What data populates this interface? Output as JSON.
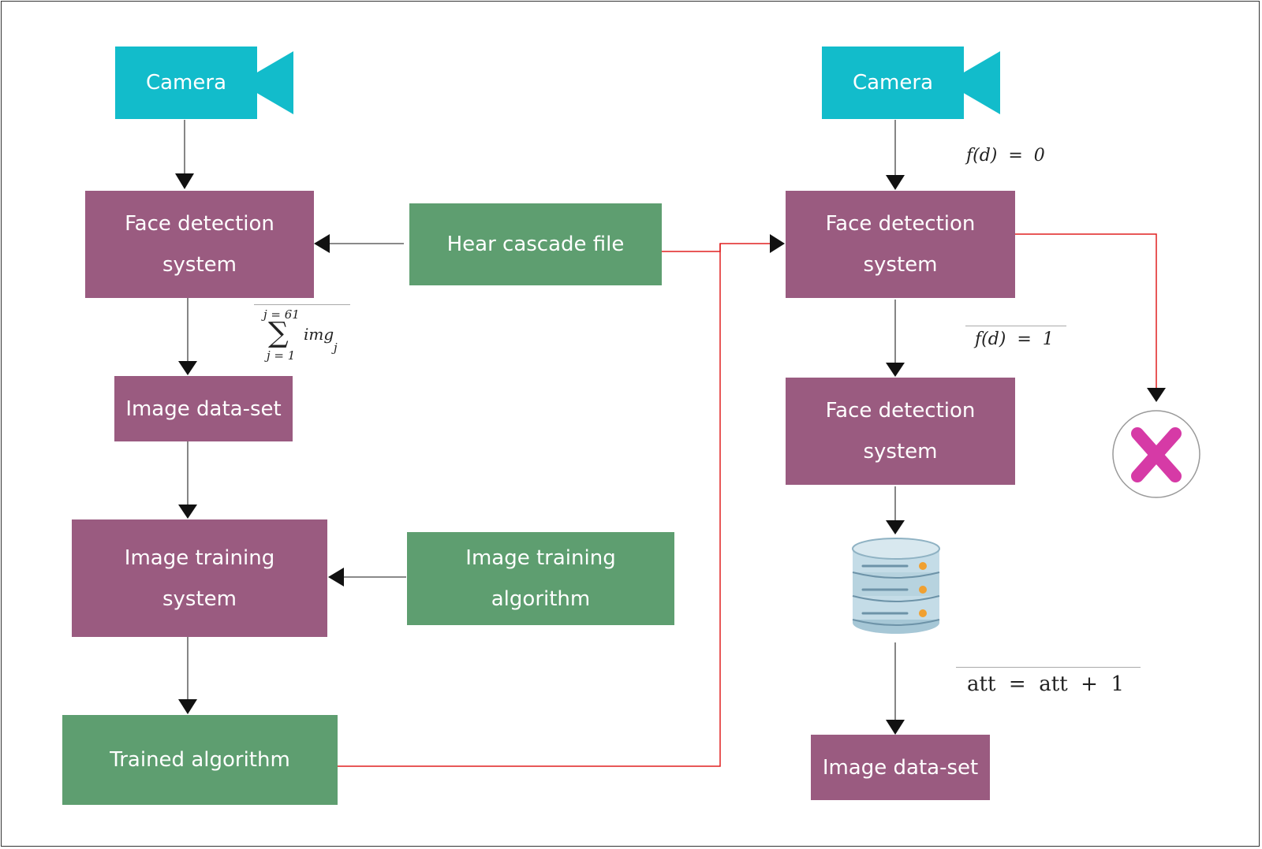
{
  "colors": {
    "processing_box": "#9a5b80",
    "resource_box": "#5e9e70",
    "camera": "#12bccb",
    "main_arrow": "#111111",
    "reject_arrow": "#e02020",
    "reject_icon": "#d63aa6"
  },
  "left_flow": {
    "camera": "Camera",
    "face_detection": "Face detection\nsystem",
    "haar_cascade": "Hear cascade file",
    "image_dataset": "Image data-set",
    "training_system": "Image training\nsystem",
    "training_algorithm": "Image training\nalgorithm",
    "trained_algorithm": "Trained algorithm",
    "sum_formula": {
      "upper": "j = 61",
      "body": "img",
      "sub": "j",
      "lower": "j = 1"
    }
  },
  "right_flow": {
    "camera": "Camera",
    "face_detection_1": "Face detection\nsystem",
    "face_detection_2": "Face detection\nsystem",
    "image_dataset": "Image data-set",
    "condition_zero": "f(d)  =  0",
    "condition_one": "f(d)  =  1",
    "counter_update": "att  =  att  +  1",
    "icons": [
      "video-camera",
      "database",
      "reject-x"
    ]
  }
}
